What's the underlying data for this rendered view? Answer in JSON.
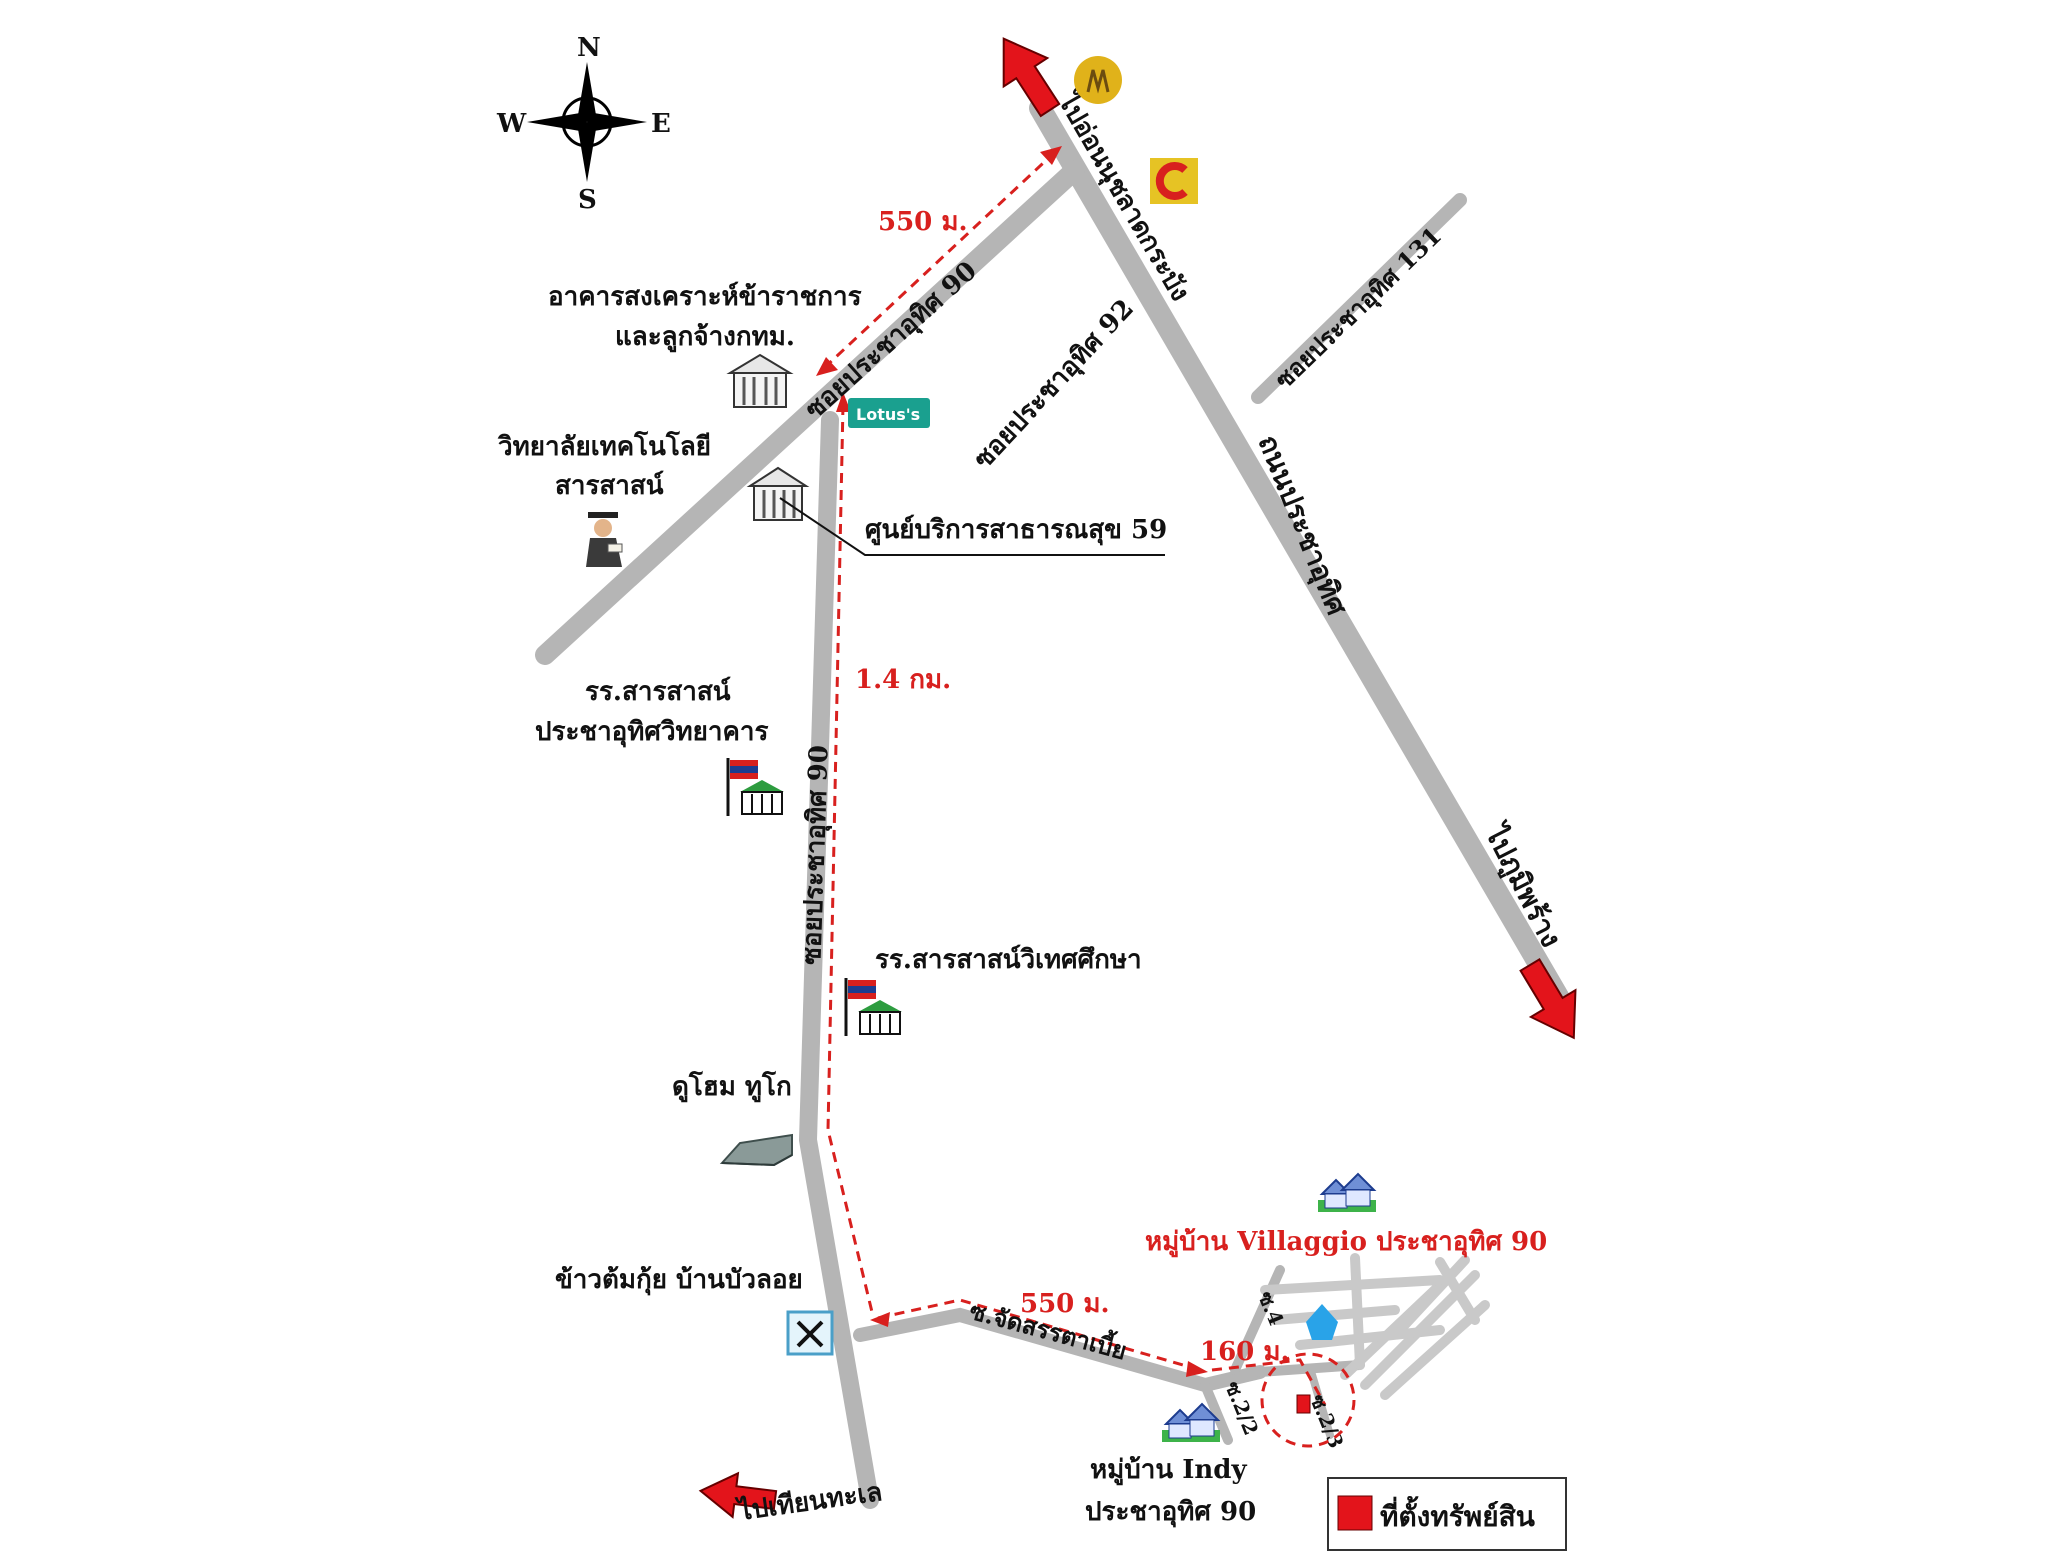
{
  "compass": {
    "n": "N",
    "s": "S",
    "e": "E",
    "w": "W"
  },
  "roads": {
    "main_road": "ถนนประชาอุทิศ",
    "to_onnut": "ไปอ่อนนุชลาดกระบัง",
    "to_phutthabucha": "ไปภูมิพร้าง",
    "to_thianthale": "ไปเทียนทะเล",
    "soi_90_top": "ซอยประชาอุทิศ 90",
    "soi_90_vertical": "ซอยประชาอุทิศ 90",
    "soi_92": "ซอยประชาอุทิศ 92",
    "soi_131": "ซอยประชาอุทิศ 131",
    "soi_chadsan": "ซ.จัดสรรตาเบี้ย",
    "soi_2_2": "ซ.2/2",
    "soi_2_3": "ซ.2/3",
    "soi_4": "ซ.4"
  },
  "distances": {
    "d1": "550 ม.",
    "d2": "1.4 กม.",
    "d3": "550 ม.",
    "d4": "160 ม."
  },
  "landmarks": {
    "civil_servant_line1": "อาคารสงเคราะห์ข้าราชการ",
    "civil_servant_line2": "และลูกจ้างกทม.",
    "college_line1": "วิทยาลัยเทคโนโลยี",
    "college_line2": "สารสาสน์",
    "health_center": "ศูนย์บริการสาธารณสุข 59",
    "school1_line1": "รร.สารสาสน์",
    "school1_line2": "ประชาอุทิศวิทยาคาร",
    "school2": "รร.สารสาสน์วิเทศศึกษา",
    "dome": "ดูโฮม ทูโก",
    "restaurant": "ข้าวต้มกุ้ย บ้านบัวลอย",
    "lotus": "Lotus's",
    "villaggio": "หมู่บ้าน Villaggio ประชาอุทิศ 90",
    "indy_line1": "หมู่บ้าน Indy",
    "indy_line2": "ประชาอุทิศ 90"
  },
  "legend": {
    "label": "ที่ตั้งทรัพย์สิน",
    "color": "#e3141b"
  },
  "colors": {
    "road": "#b5b5b5",
    "route": "#d8201e",
    "arrow": "#e3141b",
    "lotus": "#1aa08f"
  }
}
